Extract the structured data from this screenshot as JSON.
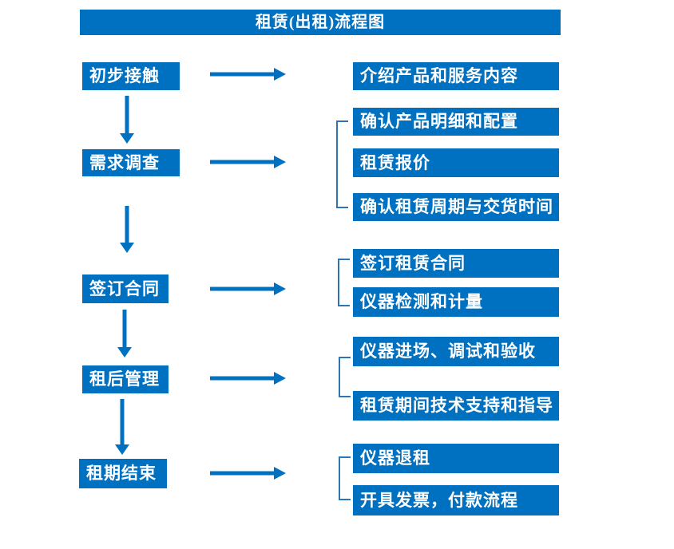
{
  "title": "租赁(出租)流程图",
  "colors": {
    "box_blue": "#0070C0",
    "bracket_blue": "#2E75B6",
    "text_white": "#FFFFFF"
  },
  "stages": [
    {
      "label": "初步接触",
      "outputs": [
        "介绍产品和服务内容"
      ]
    },
    {
      "label": "需求调查",
      "outputs": [
        "确认产品明细和配置",
        "租赁报价",
        "确认租赁周期与交货时间"
      ]
    },
    {
      "label": "签订合同",
      "outputs": [
        "签订租赁合同",
        "仪器检测和计量"
      ]
    },
    {
      "label": "租后管理",
      "outputs": [
        "仪器进场、调试和验收",
        "租赁期间技术支持和指导"
      ]
    },
    {
      "label": "租期结束",
      "outputs": [
        "仪器退租",
        "开具发票，付款流程"
      ]
    }
  ]
}
